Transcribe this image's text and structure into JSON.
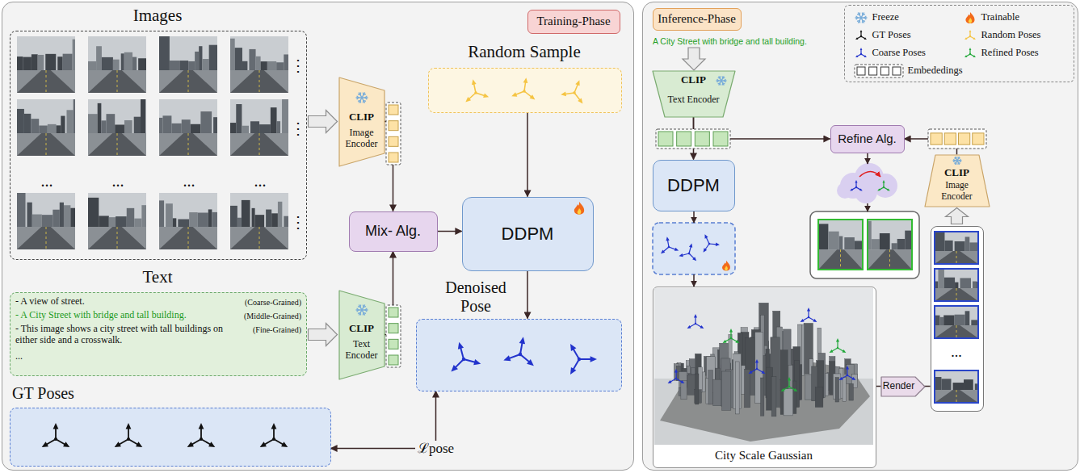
{
  "diagram": {
    "nodes": [
      {
        "text": [
          "Training-Phase"
        ]
      },
      {
        "text": [
          "Images"
        ],
        "in": 0
      },
      {
        "text": [
          "CLIP",
          "Image Encoder"
        ],
        "in": 0
      },
      {
        "text": [
          "Random Sample"
        ],
        "in": 0
      },
      {
        "text": [
          "Mix- Alg."
        ],
        "in": 0
      },
      {
        "text": [
          "DDPM"
        ],
        "in": 0
      },
      {
        "text": [
          "Text",
          "- A view of street.",
          "(Coarse-Grained)",
          "- A City Street with bridge and tall building.",
          "(Middle-Grained)",
          "- This image shows a city street with tall buildings on either side and a crosswalk.",
          "(Fine-Grained)",
          "..."
        ],
        "in": 0
      },
      {
        "text": [
          "CLIP",
          "Text Encoder"
        ],
        "in": 0
      },
      {
        "text": [
          "Denoised Pose"
        ],
        "in": 0
      },
      {
        "text": [
          "GT Poses"
        ],
        "in": 0
      },
      {
        "text": [
          "Inference-Phase"
        ]
      },
      {
        "text": [
          "CLIP",
          "Text Encoder"
        ],
        "in": 10
      },
      {
        "text": [
          "DDPM"
        ],
        "in": 10
      },
      {
        "text": [
          "Refine Alg."
        ],
        "in": 10
      },
      {
        "text": [
          "CLIP",
          "Image Encoder"
        ],
        "in": 10
      },
      {
        "text": [
          "City Scale Gaussian"
        ],
        "in": 10
      },
      {
        "text": [
          "Render"
        ],
        "in": 10
      },
      {
        "text": [
          "..."
        ],
        "in": 10
      }
    ],
    "edges": [
      {
        "from": 1,
        "to": 2,
        "arrow": "to"
      },
      {
        "from": 2,
        "to": 4,
        "arrow": "to"
      },
      {
        "from": 7,
        "to": 4,
        "arrow": "to"
      },
      {
        "from": 3,
        "to": 5,
        "arrow": "to"
      },
      {
        "from": 4,
        "to": 5,
        "arrow": "to"
      },
      {
        "from": 5,
        "to": 8,
        "arrow": "to"
      },
      {
        "from": 6,
        "to": 7,
        "arrow": "to"
      },
      {
        "from": 8,
        "to": 9,
        "arrow": "both",
        "label": "ℒpose"
      },
      {
        "from": 11,
        "to": 12,
        "arrow": "to"
      },
      {
        "from": 11,
        "to": 13,
        "arrow": "to"
      },
      {
        "from": 14,
        "to": 13,
        "arrow": "to"
      },
      {
        "from": 17,
        "to": 14,
        "arrow": "to"
      },
      {
        "from": 15,
        "to": 16,
        "arrow": "none"
      },
      {
        "from": 16,
        "to": 17,
        "arrow": "none"
      }
    ],
    "labels": [
      "⋮",
      "⋮",
      "⋮",
      "...",
      "...",
      "...",
      "...",
      "A City Street with bridge and tall building."
    ],
    "legend": [
      {
        "text": "Freeze"
      },
      {
        "text": "Trainable"
      },
      {
        "text": "GT Poses"
      },
      {
        "text": "Random Poses"
      },
      {
        "text": "Coarse Poses"
      },
      {
        "text": "Refined Poses"
      },
      {
        "text": "Embededings"
      }
    ]
  }
}
